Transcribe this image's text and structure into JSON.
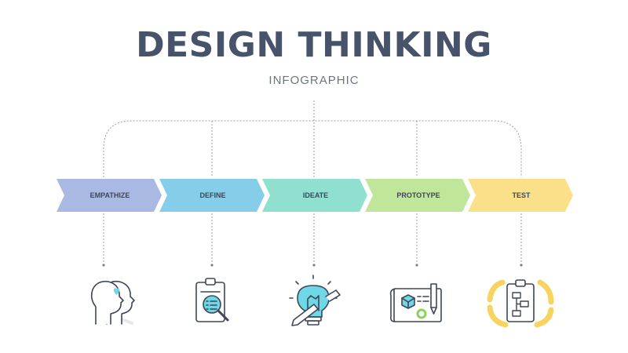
{
  "title": "DESIGN THINKING",
  "subtitle": "INFOGRAPHIC",
  "steps": [
    {
      "label": "EMPATHIZE",
      "color": "#a9b9e3",
      "icon": "two-heads-heart-icon"
    },
    {
      "label": "DEFINE",
      "color": "#86cdea",
      "icon": "clipboard-magnifier-icon"
    },
    {
      "label": "IDEATE",
      "color": "#8fe0cf",
      "icon": "lightbulb-pencil-icon"
    },
    {
      "label": "PROTOTYPE",
      "color": "#bfe69b",
      "icon": "blueprint-pencil-icon"
    },
    {
      "label": "TEST",
      "color": "#fbe08a",
      "icon": "clipboard-cycle-icon"
    }
  ],
  "colors": {
    "title": "#47536a",
    "connector": "#9aa0a8",
    "icon_accent": "#6fd8e6",
    "test_accent": "#f6d45f"
  }
}
